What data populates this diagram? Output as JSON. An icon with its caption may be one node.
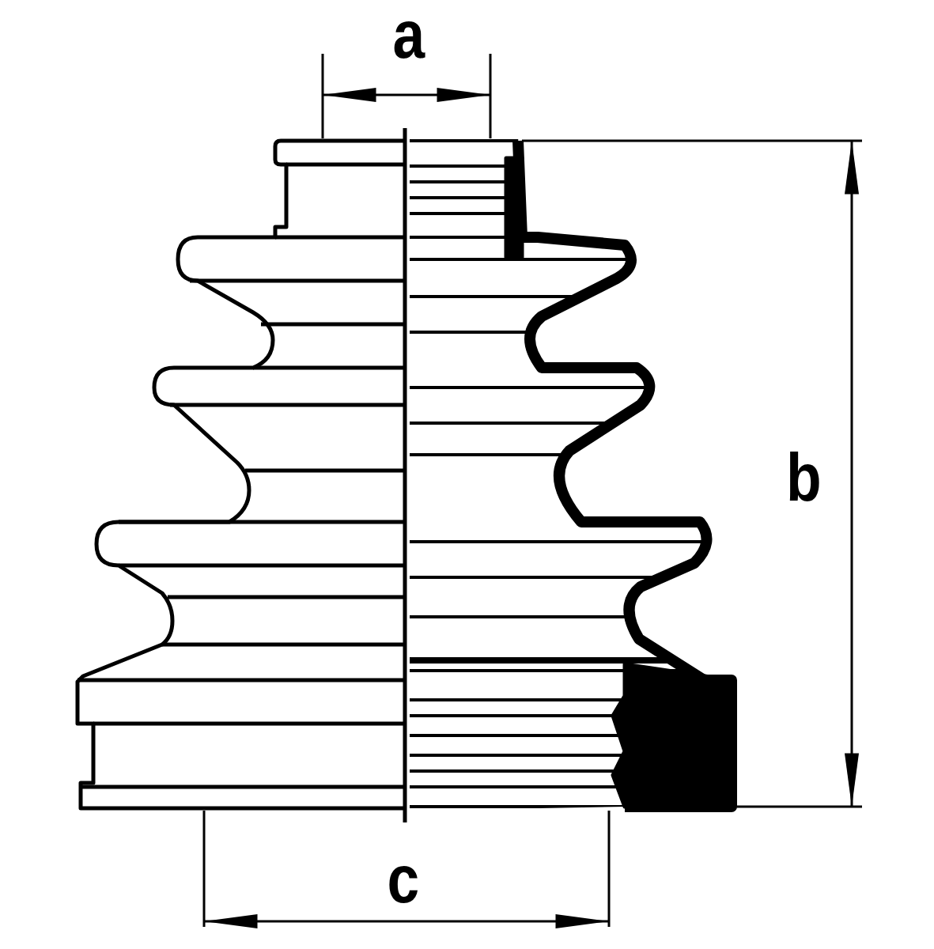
{
  "diagram": {
    "labels": [
      "a",
      "b",
      "c"
    ]
  }
}
